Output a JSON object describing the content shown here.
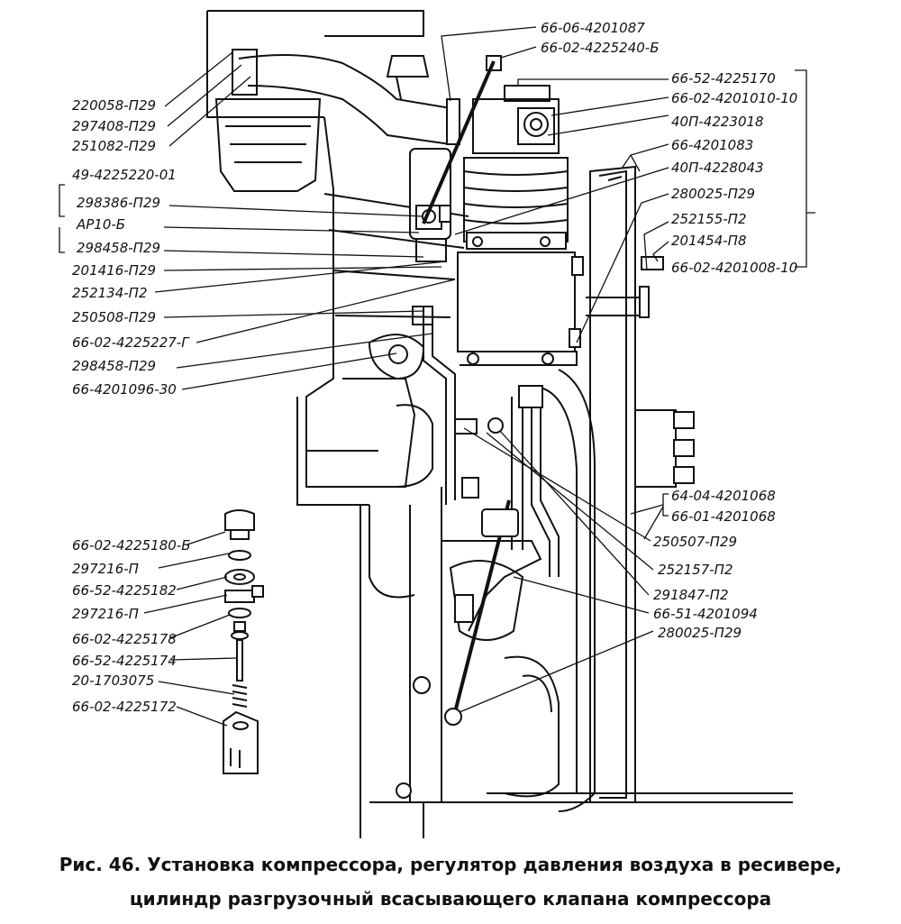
{
  "labels": {
    "l_220058": "220058-П29",
    "l_297408": "297408-П29",
    "l_251082": "251082-П29",
    "l_49_4225220": "49-4225220-01",
    "l_298386": "298386-П29",
    "l_ar10": "АР10-Б",
    "l_298458a": "298458-П29",
    "l_201416": "201416-П29",
    "l_252134": "252134-П2",
    "l_250508": "250508-П29",
    "l_4225227": "66-02-4225227-Г",
    "l_298458b": "298458-П29",
    "l_4201096": "66-4201096-30",
    "l_4201087": "66-06-4201087",
    "l_4225240": "66-02-4225240-Б",
    "l_4225170": "66-52-4225170",
    "l_4201010": "66-02-4201010-10",
    "l_4223018": "40П-4223018",
    "l_4201083": "66-4201083",
    "l_4228043": "40П-4228043",
    "l_280025a": "280025-П29",
    "l_252155": "252155-П2",
    "l_201454": "201454-П8",
    "l_4201008": "66-02-4201008-10",
    "l_6404": "64-04-4201068",
    "l_6601": "66-01-4201068",
    "l_250507": "250507-П29",
    "l_252157": "252157-П2",
    "l_291847": "291847-П2",
    "l_4201094": "66-51-4201094",
    "l_280025b": "280025-П29",
    "l_4225180": "66-02-4225180-Б",
    "l_297216a": "297216-П",
    "l_4225182": "66-52-4225182",
    "l_297216b": "297216-П",
    "l_4225178": "66-02-4225178",
    "l_4225174": "66-52-4225174",
    "l_1703075": "20-1703075",
    "l_4225172": "66-02-4225172"
  },
  "caption": {
    "line1": "Рис.  46.   Установка компрессора, регулятор давления воздуха в ресивере,",
    "line2": "цилиндр разгрузочный всасывающего клапана  компрессора"
  }
}
